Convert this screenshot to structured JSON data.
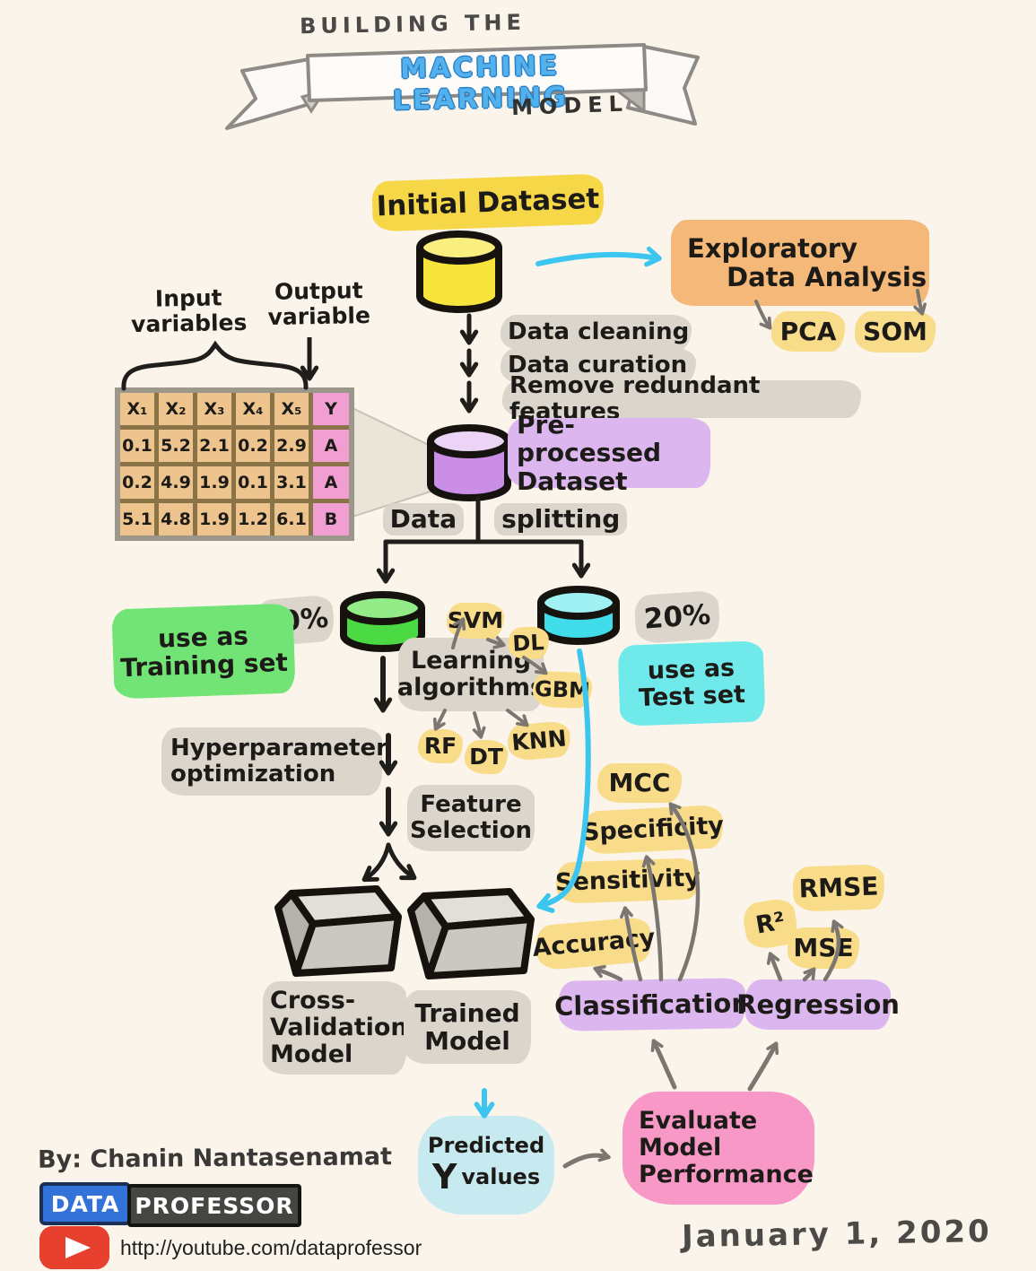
{
  "title": {
    "top": "BUILDING THE",
    "banner": "MACHINE LEARNING",
    "bottom": "MODEL"
  },
  "flow": {
    "initial_dataset": "Initial Dataset",
    "eda": {
      "line1": "Exploratory",
      "line2": "Data Analysis",
      "pca": "PCA",
      "som": "SOM"
    },
    "preprocess_steps": [
      "Data cleaning",
      "Data curation",
      "Remove redundant features"
    ],
    "preprocessed": {
      "line1": "Pre-processed",
      "line2": "Dataset"
    },
    "splitting": {
      "left": "Data",
      "right": "splitting"
    },
    "train": {
      "pct": "80%",
      "use1": "use as",
      "use2": "Training set"
    },
    "test": {
      "pct": "20%",
      "use1": "use as",
      "use2": "Test set"
    },
    "learning": {
      "line1": "Learning",
      "line2": "algorithms",
      "algos": {
        "svm": "SVM",
        "dl": "DL",
        "gbm": "GBM",
        "rf": "RF",
        "dt": "DT",
        "knn": "KNN"
      }
    },
    "hyperparameter": {
      "line1": "Hyperparameter",
      "line2": "optimization"
    },
    "feature": {
      "line1": "Feature",
      "line2": "Selection"
    },
    "cv_model": {
      "line1": "Cross-",
      "line2": "Validation",
      "line3": "Model"
    },
    "trained_model": {
      "line1": "Trained",
      "line2": "Model"
    },
    "classification": {
      "label": "Classification",
      "metrics": {
        "mcc": "MCC",
        "specificity": "Specificity",
        "sensitivity": "Sensitivity",
        "accuracy": "Accuracy"
      }
    },
    "regression": {
      "label": "Regression",
      "metrics": {
        "r2": "R²",
        "rmse": "RMSE",
        "mse": "MSE"
      }
    },
    "predicted": {
      "line1": "Predicted",
      "y": "Y",
      "line2": "values"
    },
    "evaluate": {
      "line1": "Evaluate",
      "line2": "Model",
      "line3": "Performance"
    }
  },
  "table": {
    "input_label": {
      "line1": "Input",
      "line2": "variables"
    },
    "output_label": {
      "line1": "Output",
      "line2": "variable"
    },
    "headers": [
      "X₁",
      "X₂",
      "X₃",
      "X₄",
      "X₅",
      "Y"
    ],
    "rows": [
      [
        "0.1",
        "5.2",
        "2.1",
        "0.2",
        "2.9",
        "A"
      ],
      [
        "0.2",
        "4.9",
        "1.9",
        "0.1",
        "3.1",
        "A"
      ],
      [
        "5.1",
        "4.8",
        "1.9",
        "1.2",
        "6.1",
        "B"
      ]
    ]
  },
  "footer": {
    "byline": "By: Chanin Nantasenamat",
    "badge_data": "DATA",
    "badge_professor": "PROFESSOR",
    "url": "http://youtube.com/dataprofessor",
    "date": "January 1, 2020"
  },
  "colors": {
    "background": "#faf4ea",
    "highlight_yellow": "#f6d747",
    "metric_yellow": "#f8dc8a",
    "orange": "#f4b878",
    "purple": "#dcb6ef",
    "pink": "#f798c6",
    "green": "#72e476",
    "cyan": "#6fe9ea",
    "light_blue": "#c7eaf1",
    "gray": "#dbd5cb",
    "cyan_arrow": "#3cc6ef",
    "youtube_red": "#e8402e",
    "badge_blue": "#3373d9",
    "banner_blue": "#53b1ed"
  }
}
